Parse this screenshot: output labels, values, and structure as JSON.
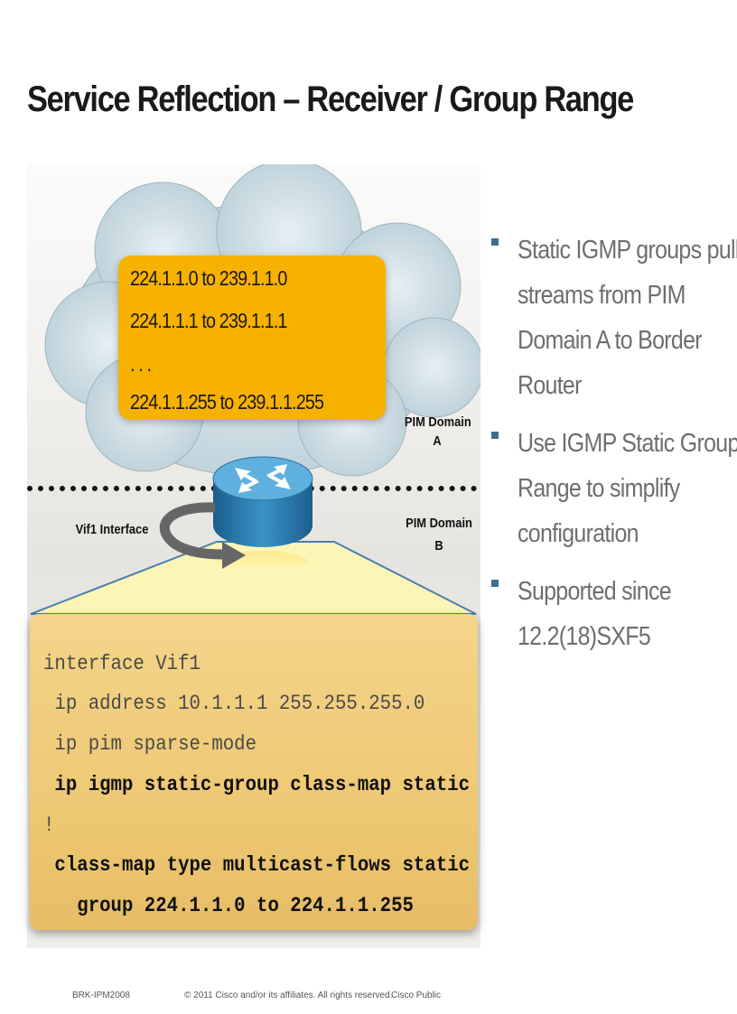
{
  "slide": {
    "title": "Service Reflection – Receiver / Group Range"
  },
  "diagram": {
    "group_ranges": [
      "224.1.1.0 to 239.1.1.0",
      "224.1.1.1 to 239.1.1.1",
      ". . .",
      "224.1.1.255 to 239.1.1.255"
    ],
    "domain_a": {
      "line1": "PIM Domain",
      "line2": "A"
    },
    "domain_b": {
      "line1": "PIM Domain",
      "line2": "B"
    },
    "vif_label": "Vif1 Interface",
    "colors": {
      "group_box": "#f7b100",
      "code_box": "#eec874",
      "router": "#2f7fb5",
      "bullet": "#3f6f8f"
    }
  },
  "config": {
    "lines": [
      {
        "text": "interface Vif1",
        "bold": false
      },
      {
        "text": " ip address 10.1.1.1 255.255.255.0",
        "bold": false
      },
      {
        "text": " ip pim sparse-mode",
        "bold": false
      },
      {
        "text": " ip igmp static-group class-map static",
        "bold": true
      },
      {
        "text": "!",
        "bold": false
      },
      {
        "text": " class-map type multicast-flows static",
        "bold": true
      },
      {
        "text": "   group 224.1.1.0 to 224.1.1.255",
        "bold": true
      }
    ]
  },
  "bullets": [
    "Static IGMP groups pull streams from PIM Domain A to Border Router",
    "Use IGMP Static Group Range to simplify configuration",
    "Supported since 12.2(18)SXF5"
  ],
  "footer": {
    "session": "BRK-IPM2008",
    "copyright": "© 2011 Cisco and/or its affiliates. All rights reserved.",
    "classification": "Cisco Public"
  }
}
